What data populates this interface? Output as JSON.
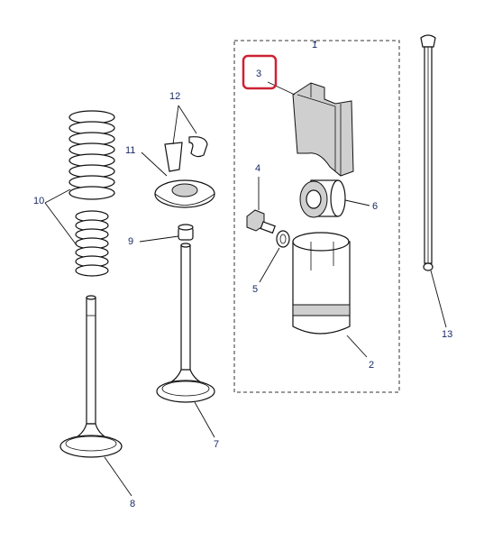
{
  "callouts": {
    "c1": "1",
    "c2": "2",
    "c3": "3",
    "c4": "4",
    "c5": "5",
    "c6": "6",
    "c7": "7",
    "c8": "8",
    "c9": "9",
    "c10": "10",
    "c11": "11",
    "c12": "12",
    "c13": "13"
  },
  "colors": {
    "highlight": "#cc2233",
    "label": "#1a2a66"
  }
}
